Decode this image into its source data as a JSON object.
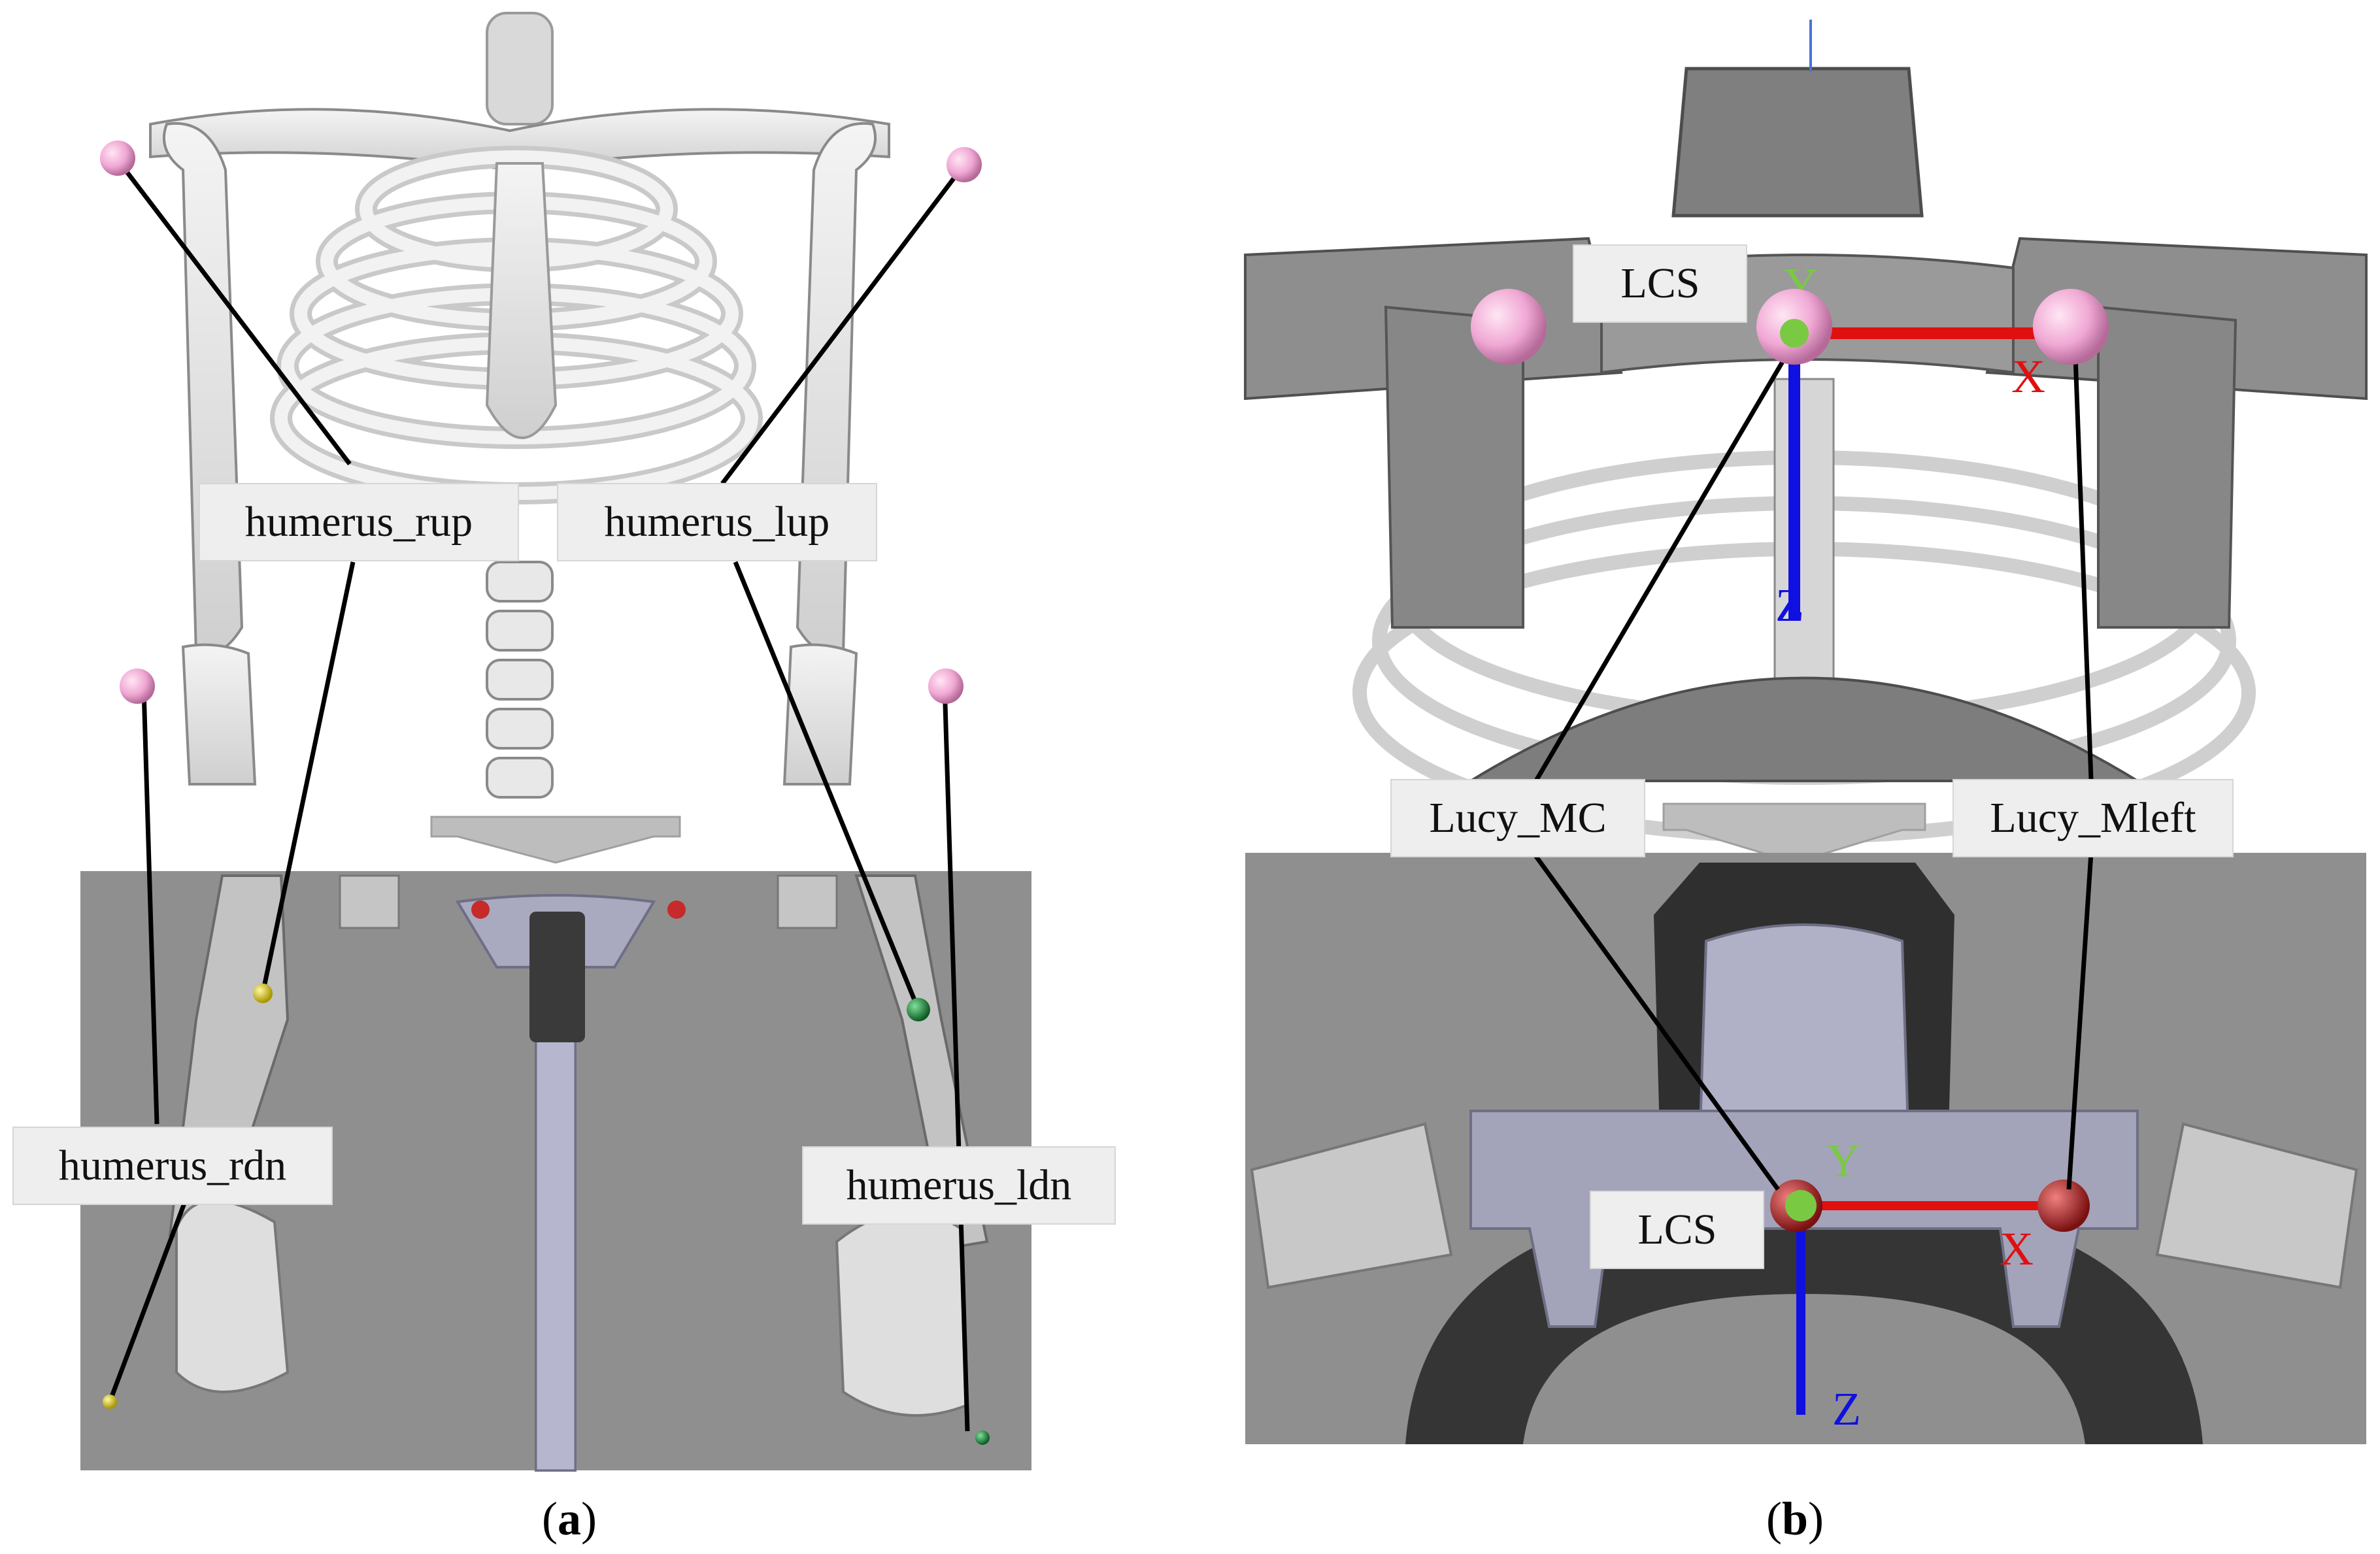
{
  "panel_a": {
    "caption_open": "(",
    "caption_letter": "a",
    "caption_close": ")",
    "labels": {
      "humerus_rup": "humerus_rup",
      "humerus_lup": "humerus_lup",
      "humerus_rdn": "humerus_rdn",
      "humerus_ldn": "humerus_ldn"
    }
  },
  "panel_b": {
    "caption_open": "(",
    "caption_letter": "b",
    "caption_close": ")",
    "labels": {
      "lcs_top": "LCS",
      "lcs_bottom": "LCS",
      "lucy_mc": "Lucy_MC",
      "lucy_mleft": "Lucy_Mleft"
    },
    "axes": {
      "x": "X",
      "y": "Y",
      "z": "Z"
    }
  },
  "colors": {
    "marker_pink": "#f0a8d4",
    "marker_yellow": "#e0d020",
    "marker_green": "#1a8f3a",
    "marker_red": "#c43030",
    "axis_x": "#e01010",
    "axis_y": "#7ac943",
    "axis_z": "#1010e0",
    "backdrop_gray": "#8f8f8f",
    "bone": "#e6e6e6"
  }
}
